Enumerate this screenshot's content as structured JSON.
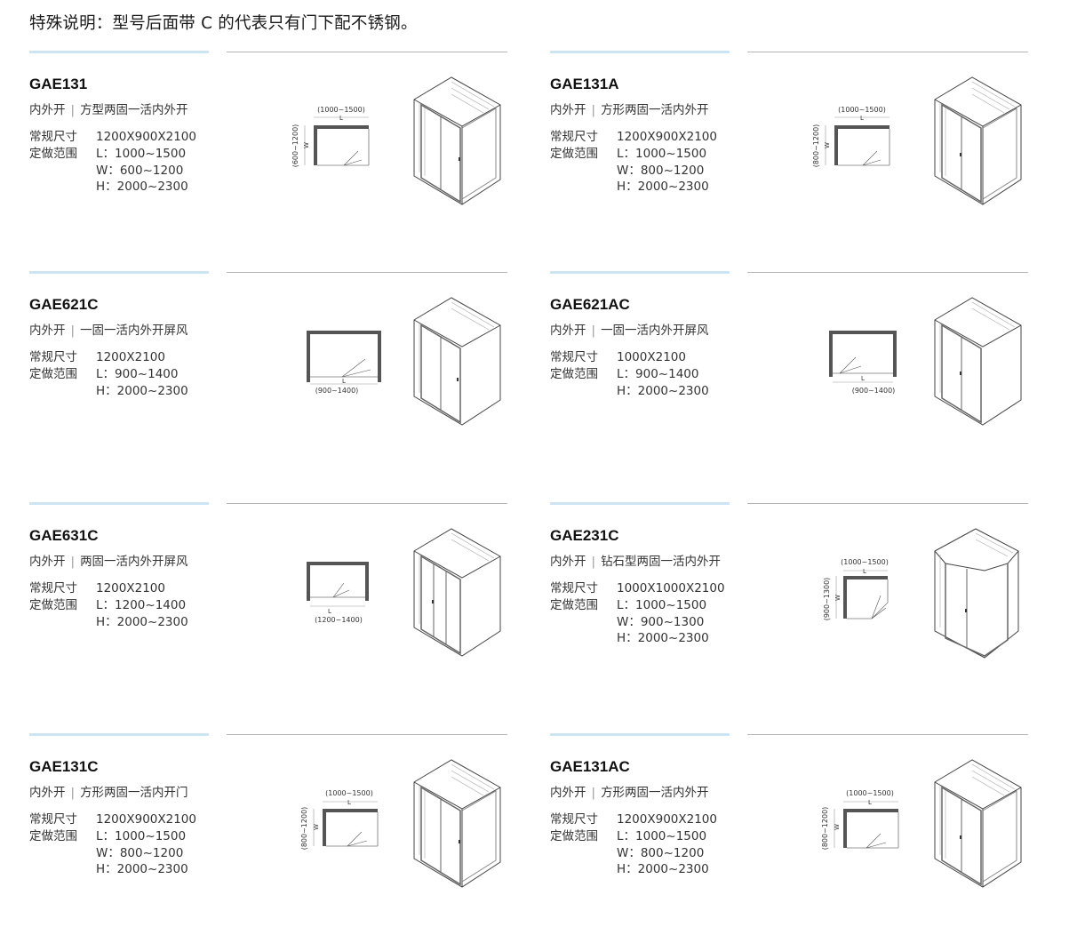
{
  "note": "特殊说明：型号后面带 C 的代表只有门下配不锈钢。",
  "spec_labels": {
    "regular": "常规尺寸",
    "custom": "定做范围"
  },
  "products": [
    {
      "model": "GAE131",
      "type": "内外开",
      "desc": "方型两固一活内外开",
      "regular_size": "1200X900X2100",
      "custom": [
        "L：1000~1500",
        "W：600~1200",
        "H：2000~2300"
      ],
      "plan_labels": {
        "top_dim": "(1000~1500)",
        "top_L": "L",
        "side_dim": "(600~1200)",
        "side_W": "W"
      }
    },
    {
      "model": "GAE131A",
      "type": "内外开",
      "desc": "方形两固一活内外开",
      "regular_size": "1200X900X2100",
      "custom": [
        "L：1000~1500",
        "W：800~1200",
        "H：2000~2300"
      ],
      "plan_labels": {
        "top_dim": "(1000~1500)",
        "top_L": "L",
        "side_dim": "(800~1200)",
        "side_W": "W"
      }
    },
    {
      "model": "GAE621C",
      "type": "内外开",
      "desc": "一固一活内外开屏风",
      "regular_size": "1200X2100",
      "custom": [
        "L：900~1400",
        "H：2000~2300"
      ],
      "plan_labels": {
        "bottom_dim": "(900~1400)",
        "bottom_L": "L"
      }
    },
    {
      "model": "GAE621AC",
      "type": "内外开",
      "desc": "一固一活内外开屏风",
      "regular_size": "1000X2100",
      "custom": [
        "L：900~1400",
        "H：2000~2300"
      ],
      "plan_labels": {
        "bottom_dim": "(900~1400)",
        "bottom_L": "L"
      }
    },
    {
      "model": "GAE631C",
      "type": "内外开",
      "desc": "两固一活内外开屏风",
      "regular_size": "1200X2100",
      "custom": [
        "L：1200~1400",
        "H：2000~2300"
      ],
      "plan_labels": {
        "bottom_dim": "(1200~1400)",
        "bottom_L": "L"
      }
    },
    {
      "model": "GAE231C",
      "type": "内外开",
      "desc": "钻石型两固一活内外开",
      "regular_size": "1000X1000X2100",
      "custom": [
        "L：1000~1500",
        "W：900~1300",
        "H：2000~2300"
      ],
      "plan_labels": {
        "top_dim": "(1000~1500)",
        "top_L": "L",
        "side_dim": "(900~1300)",
        "side_W": "W"
      }
    },
    {
      "model": "GAE131C",
      "type": "内外开",
      "desc": "方形两固一活内开门",
      "regular_size": "1200X900X2100",
      "custom": [
        "L：1000~1500",
        "W：800~1200",
        "H：2000~2300"
      ],
      "plan_labels": {
        "top_dim": "(1000~1500)",
        "top_L": "L",
        "side_dim": "(800~1200)",
        "side_W": "W"
      }
    },
    {
      "model": "GAE131AC",
      "type": "内外开",
      "desc": "方形两固一活内外开",
      "regular_size": "1200X900X2100",
      "custom": [
        "L：1000~1500",
        "W：800~1200",
        "H：2000~2300"
      ],
      "plan_labels": {
        "top_dim": "(1000~1500)",
        "top_L": "L",
        "side_dim": "(800~1200)",
        "side_W": "W"
      }
    }
  ]
}
